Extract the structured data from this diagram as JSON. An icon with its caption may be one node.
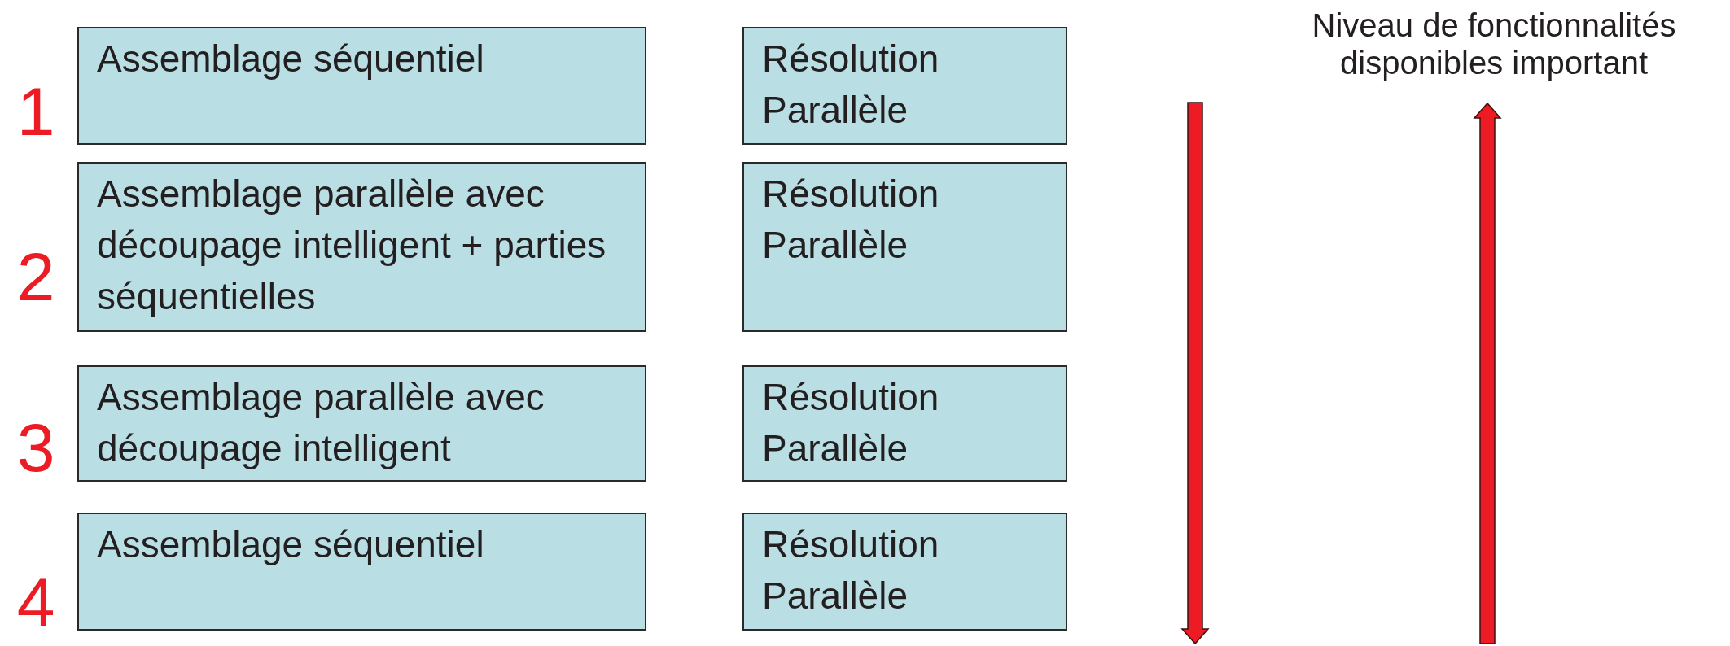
{
  "diagram": {
    "nodes": [
      {
        "text": [
          "Assemblage séquentiel"
        ]
      },
      {
        "text": [
          "Résolution Parallèle"
        ]
      },
      {
        "text": [
          "Assemblage parallèle avec découpage intelligent + parties séquentielles"
        ]
      },
      {
        "text": [
          "Résolution Parallèle"
        ]
      },
      {
        "text": [
          "Assemblage parallèle avec découpage intelligent"
        ]
      },
      {
        "text": [
          "Résolution Parallèle"
        ]
      },
      {
        "text": [
          "Assemblage séquentiel"
        ]
      },
      {
        "text": [
          "Résolution Parallèle"
        ]
      }
    ],
    "labels": [
      "Niveau de fonctionnalités disponibles important",
      "1",
      "2",
      "3",
      "4"
    ]
  }
}
